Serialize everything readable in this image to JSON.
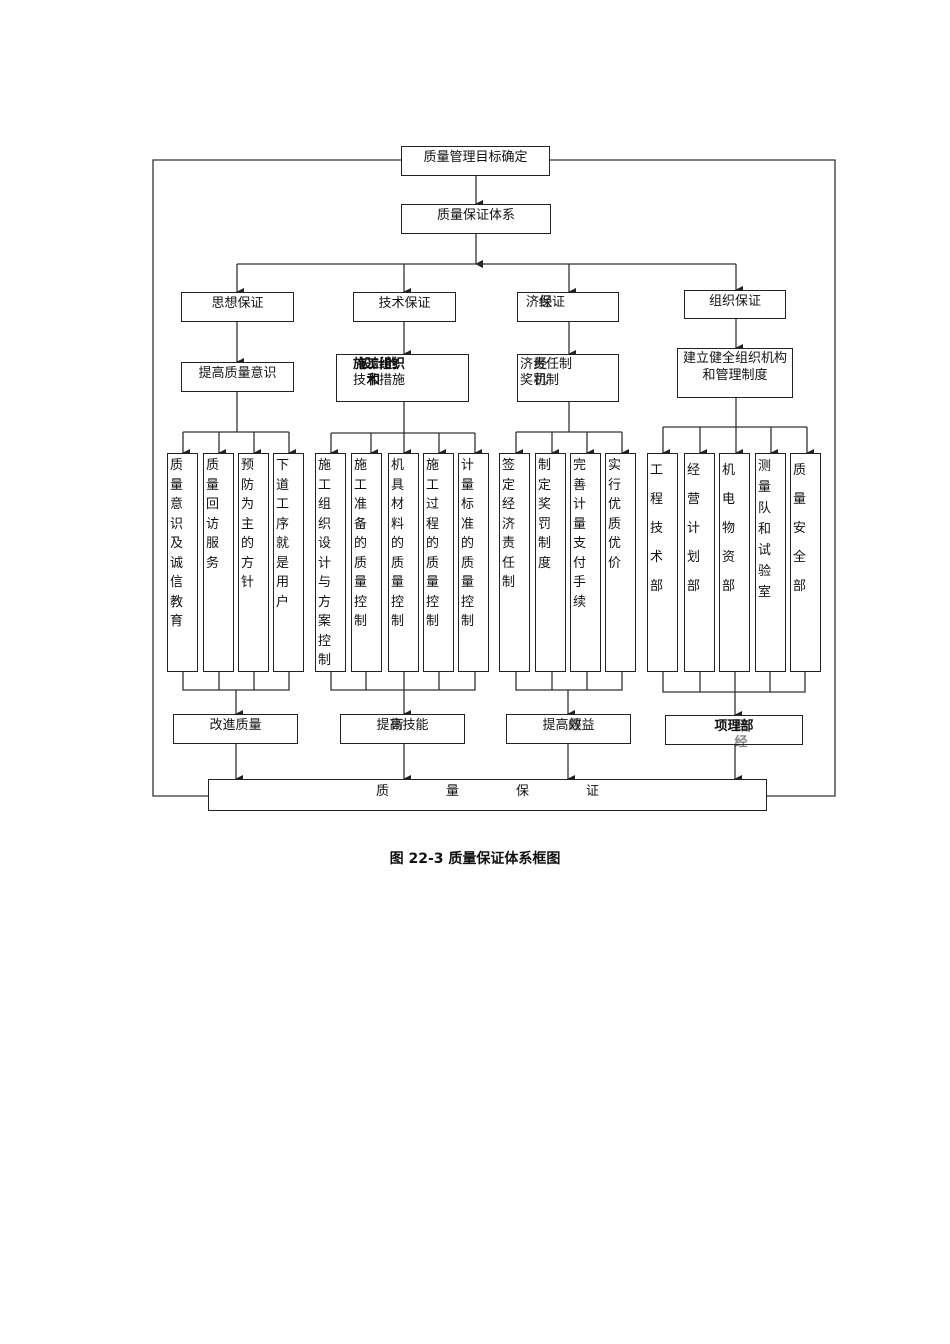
{
  "top": {
    "goal": "质量管理目标确定",
    "system": "质量保证体系"
  },
  "branches": [
    {
      "label": "思想保证",
      "sub": "提高质量意识",
      "items": [
        "质量意识及诚信教育",
        "质量回访服务",
        "预防为主的方针",
        "下道工序就是用户"
      ],
      "result": "改進质量"
    },
    {
      "label": "技术保证",
      "sub_line1": "施工组织",
      "sub_line1_overlay": "設計的",
      "sub_line2": "技术措施",
      "sub_line2_overlay": "和",
      "items": [
        "施工组织设计与方案控制",
        "施工准备的质量控制",
        "机具材料的质量控制",
        "施工过程的质量控制",
        "计量标准的质量控制"
      ],
      "result": "提高技能",
      "result_overlay": "術"
    },
    {
      "label": "济保证",
      "label_overlay": "经",
      "sub_line1": "济责任制",
      "sub_line1_overlay": "经",
      "sub_line2": "奖罚制",
      "sub_line2_overlay": "机",
      "items": [
        "签定经济责任制",
        "制定奖罚制度",
        "完善计量支付手续",
        "实行优质优价"
      ],
      "result": "提高效益",
      "result_overlay": "經"
    },
    {
      "label": "组织保证",
      "sub": "建立健全组织机构和管理制度",
      "items": [
        "工程技术部",
        "经营计划部",
        "机电物资部",
        "测量队和试验室",
        "质量安全部"
      ],
      "result": "项理部",
      "result_overlay": "目经"
    }
  ],
  "bottom": {
    "chars": [
      "质",
      "量",
      "保",
      "证"
    ]
  },
  "caption": "图 22-3   质量保证体系框图"
}
